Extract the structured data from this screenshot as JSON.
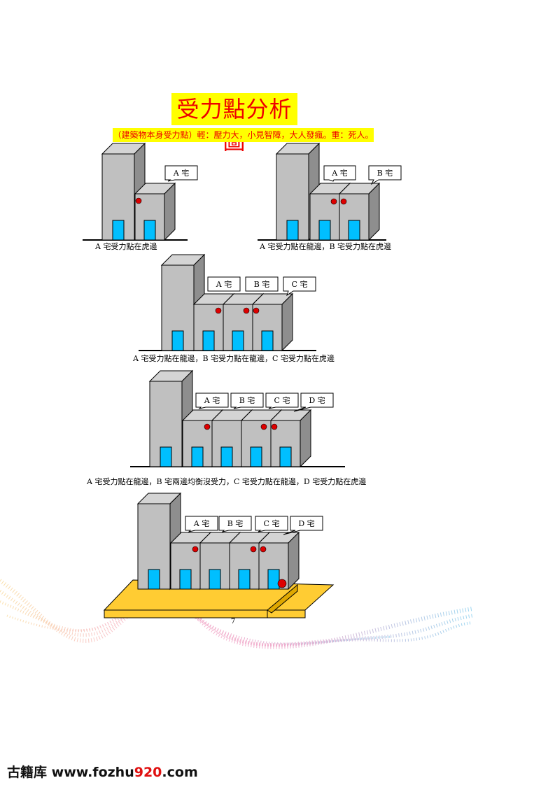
{
  "title": "受力點分析圖",
  "subtitle": "（建築物本身受力點）輕：壓力大，小見智障，大人發瘋。重：死人。",
  "diagrams": [
    {
      "labels": [
        "A 宅"
      ],
      "caption": "A 宅受力點在虎邊"
    },
    {
      "labels": [
        "A 宅",
        "B 宅"
      ],
      "caption": "A 宅受力點在龍邊，B 宅受力點在虎邊"
    },
    {
      "labels": [
        "A 宅",
        "B 宅",
        "C 宅"
      ],
      "caption": "A 宅受力點在龍邊，B 宅受力點在龍邊，C 宅受力點在虎邊"
    },
    {
      "labels": [
        "A 宅",
        "B 宅",
        "C 宅",
        "D 宅"
      ],
      "caption": "A 宅受力點在龍邊，B 宅兩邊均衡沒受力，C 宅受力點在龍邊，D 宅受力點在虎邊"
    },
    {
      "labels": [
        "A 宅",
        "B 宅",
        "C 宅",
        "D 宅"
      ],
      "caption": ""
    }
  ],
  "page_number": "7",
  "footer": {
    "site_name": "古籍库",
    "url_prefix": "www.fozhu",
    "url_number": "920",
    "url_suffix": ".com"
  },
  "colors": {
    "building": "#c0c0c0",
    "building_top": "#d4d4d4",
    "building_side": "#8e8e8e",
    "door": "#00bfff",
    "force_dot": "#dd0000",
    "title_bg": "#ffff00",
    "title_text": "#ee0000",
    "platform": "#ffcc33"
  }
}
